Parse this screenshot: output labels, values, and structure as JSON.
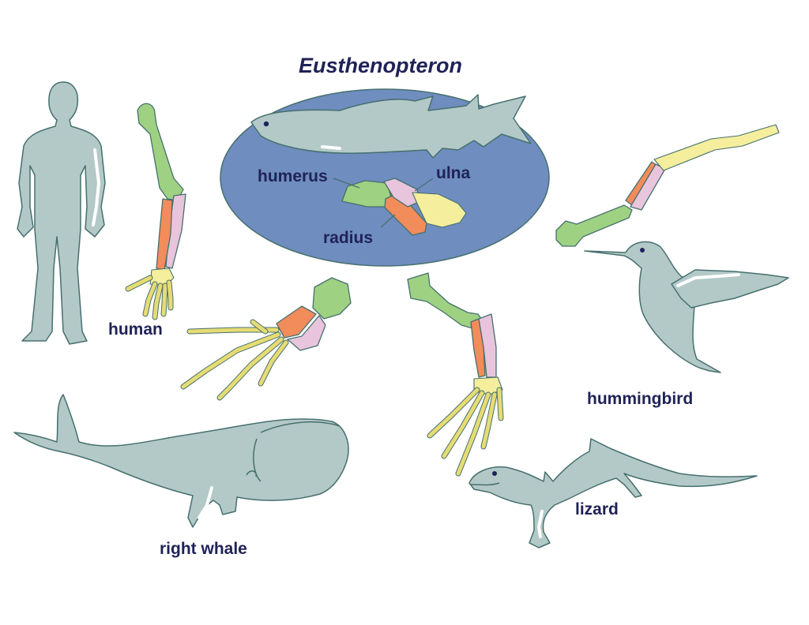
{
  "diagram": {
    "title": "Eusthenopteron",
    "labels": {
      "humerus": "humerus",
      "ulna": "ulna",
      "radius": "radius",
      "human": "human",
      "hummingbird": "hummingbird",
      "right_whale": "right whale",
      "lizard": "lizard"
    },
    "colors": {
      "body": "#b3c9c8",
      "outline": "#46706e",
      "ellipse": "#6f8dbf",
      "humerus": "#9fd183",
      "radius": "#f28c5a",
      "ulna": "#e8c5dc",
      "hand": "#f5ee9c",
      "text": "#1f2257"
    }
  }
}
